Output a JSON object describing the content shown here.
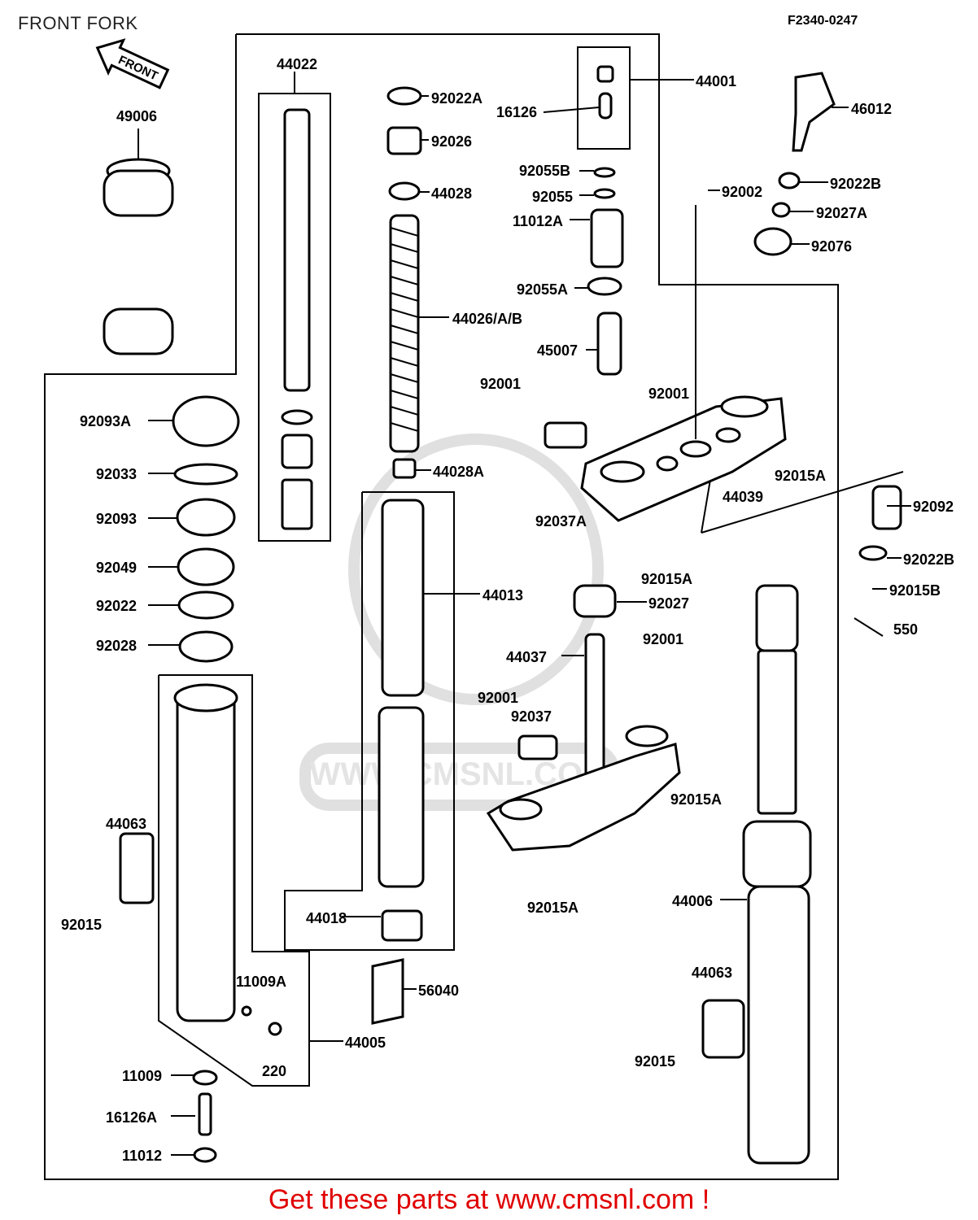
{
  "page_title": "FRONT FORK",
  "diagram_code": "F2340-0247",
  "front_arrow_label": "FRONT",
  "watermark_text": "WWW.CMSNL.COM",
  "footer_link": "Get these parts at www.cmsnl.com !",
  "footer_color": "#e00000",
  "parts": {
    "p44022": "44022",
    "p49006": "49006",
    "p92022A": "92022A",
    "p16126": "16126",
    "p92026": "92026",
    "p44001": "44001",
    "p46012": "46012",
    "p92055B": "92055B",
    "p44028": "44028",
    "p92055": "92055",
    "p92002": "92002",
    "p92022B_top": "92022B",
    "p11012A": "11012A",
    "p92027A": "92027A",
    "p92076": "92076",
    "p92055A": "92055A",
    "p44026": "44026/A/B",
    "p45007": "45007",
    "p92001_a": "92001",
    "p92001_b": "92001",
    "p92093A": "92093A",
    "p44028A": "44028A",
    "p92015A_a": "92015A",
    "p92033": "92033",
    "p44039": "44039",
    "p92037A": "92037A",
    "p92092": "92092",
    "p92093": "92093",
    "p92022B_b": "92022B",
    "p92049": "92049",
    "p92015A_b": "92015A",
    "p92015B": "92015B",
    "p44013": "44013",
    "p92022": "92022",
    "p92027": "92027",
    "p550": "550",
    "p92028": "92028",
    "p92001_c": "92001",
    "p44037": "44037",
    "p92001_d": "92001",
    "p92037": "92037",
    "p92015A_c": "92015A",
    "p44063_a": "44063",
    "p92015_a": "92015",
    "p92015A_d": "92015A",
    "p44006": "44006",
    "p44018": "44018",
    "p44063_b": "44063",
    "p11009A": "11009A",
    "p56040": "56040",
    "p92015_b": "92015",
    "p44005": "44005",
    "p220": "220",
    "p11009": "11009",
    "p16126A": "16126A",
    "p11012": "11012"
  }
}
